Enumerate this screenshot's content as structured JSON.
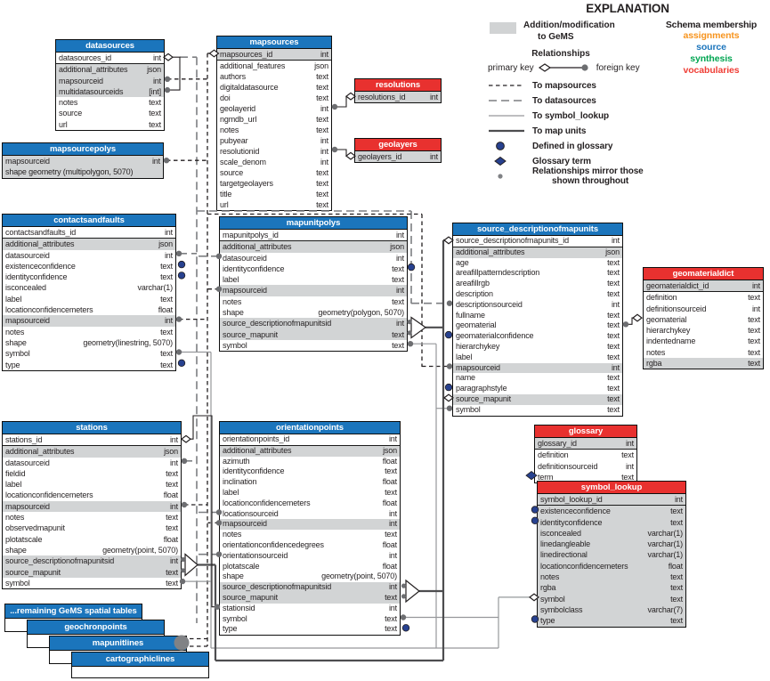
{
  "explanation": {
    "title": "EXPLANATION",
    "addition_label": "Addition/modification",
    "addition_label2": "to GeMS",
    "relationships_heading": "Relationships",
    "primary_key_label": "primary key",
    "foreign_key_label": "foreign key",
    "line_legend": [
      {
        "style": "dash-short",
        "label": "To mapsources"
      },
      {
        "style": "dash-long",
        "label": "To datasources"
      },
      {
        "style": "solid-thin",
        "label": "To symbol_lookup"
      },
      {
        "style": "solid-thick",
        "label": "To map units"
      }
    ],
    "marker_legend": [
      {
        "marker": "glossary-dot",
        "label": "Defined in glossary"
      },
      {
        "marker": "glossary-diamond",
        "label": "Glossary term"
      },
      {
        "marker": "mirror-dot",
        "label": "Relationships mirror those",
        "label2": "shown throughout"
      }
    ],
    "schema_membership": {
      "heading": "Schema membership",
      "items": [
        {
          "label": "assignments",
          "color": "#F7941E"
        },
        {
          "label": "source",
          "color": "#1C75BC"
        },
        {
          "label": "synthesis",
          "color": "#00A551"
        },
        {
          "label": "vocabularies",
          "color": "#EF3E36"
        }
      ]
    }
  },
  "colors": {
    "source_header": "#1B75BC",
    "vocabularies_header": "#E8312F",
    "shaded_row": "#D2D4D5",
    "glossary_marker": "#27418F"
  },
  "tables": {
    "datasources": {
      "title": "datasources",
      "rows": [
        {
          "field": "datasources_id",
          "type": "int",
          "idrow": true
        },
        {
          "field": "additional_attributes",
          "type": "json",
          "shaded": true
        },
        {
          "field": "mapsourceid",
          "type": "int",
          "shaded": true
        },
        {
          "field": "multidatasourceids",
          "type": "[int]",
          "shaded": true
        },
        {
          "field": "notes",
          "type": "text"
        },
        {
          "field": "source",
          "type": "text"
        },
        {
          "field": "url",
          "type": "text"
        }
      ]
    },
    "mapsourcepolys": {
      "title": "mapsourcepolys",
      "rows": [
        {
          "field": "mapsourceid",
          "type": "int",
          "shaded": true
        },
        {
          "field": "shape geometry (multipolygon, 5070)",
          "type": "",
          "shaded": true
        }
      ]
    },
    "mapsources": {
      "title": "mapsources",
      "rows": [
        {
          "field": "mapsources_id",
          "type": "int",
          "shaded": true,
          "idrow": true
        },
        {
          "field": "additional_features",
          "type": "json"
        },
        {
          "field": "authors",
          "type": "text"
        },
        {
          "field": "digitaldatasource",
          "type": "text"
        },
        {
          "field": "doi",
          "type": "text"
        },
        {
          "field": "geolayerid",
          "type": "int"
        },
        {
          "field": "ngmdb_url",
          "type": "text"
        },
        {
          "field": "notes",
          "type": "text"
        },
        {
          "field": "pubyear",
          "type": "int"
        },
        {
          "field": "resolutionid",
          "type": "int"
        },
        {
          "field": "scale_denom",
          "type": "int"
        },
        {
          "field": "source",
          "type": "text"
        },
        {
          "field": "targetgeolayers",
          "type": "text"
        },
        {
          "field": "title",
          "type": "text"
        },
        {
          "field": "url",
          "type": "text"
        }
      ]
    },
    "resolutions": {
      "title": "resolutions",
      "rows": [
        {
          "field": "resolutions_id",
          "type": "int",
          "shaded": true
        }
      ]
    },
    "geolayers": {
      "title": "geolayers",
      "rows": [
        {
          "field": "geolayers_id",
          "type": "int",
          "shaded": true
        }
      ]
    },
    "contactsandfaults": {
      "title": "contactsandfaults",
      "rows": [
        {
          "field": "contactsandfaults_id",
          "type": "int",
          "idrow": true
        },
        {
          "field": "additional_attributes",
          "type": "json",
          "shaded": true
        },
        {
          "field": "datasourceid",
          "type": "int"
        },
        {
          "field": "existenceconfidence",
          "type": "text"
        },
        {
          "field": "identityconfidence",
          "type": "text"
        },
        {
          "field": "isconcealed",
          "type": "varchar(1)"
        },
        {
          "field": "label",
          "type": "text"
        },
        {
          "field": "locationconfidencemeters",
          "type": "float"
        },
        {
          "field": "mapsourceid",
          "type": "int",
          "shaded": true
        },
        {
          "field": "notes",
          "type": "text"
        },
        {
          "field": "shape",
          "type": "geometry(linestring, 5070)"
        },
        {
          "field": "symbol",
          "type": "text"
        },
        {
          "field": "type",
          "type": "text"
        }
      ]
    },
    "mapunitpolys": {
      "title": "mapunitpolys",
      "rows": [
        {
          "field": "mapunitpolys_id",
          "type": "int",
          "idrow": true
        },
        {
          "field": "additional_attributes",
          "type": "json",
          "shaded": true
        },
        {
          "field": "datasourceid",
          "type": "int"
        },
        {
          "field": "identityconfidence",
          "type": "text"
        },
        {
          "field": "label",
          "type": "text"
        },
        {
          "field": "mapsourceid",
          "type": "int",
          "shaded": true
        },
        {
          "field": "notes",
          "type": "text"
        },
        {
          "field": "shape",
          "type": "geometry(polygon, 5070)"
        },
        {
          "field": "source_descriptionofmapunitsid",
          "type": "int",
          "shaded": true
        },
        {
          "field": "source_mapunit",
          "type": "text",
          "shaded": true
        },
        {
          "field": "symbol",
          "type": "text"
        }
      ]
    },
    "source_descriptionofmapunits": {
      "title": "source_descriptionofmapunits",
      "rows": [
        {
          "field": "source_descriptionofmapunits_id",
          "type": "int",
          "idrow": true
        },
        {
          "field": "additional_attributes",
          "type": "json",
          "shaded": true
        },
        {
          "field": "age",
          "type": "text"
        },
        {
          "field": "areafillpatterndescription",
          "type": "text"
        },
        {
          "field": "areafillrgb",
          "type": "text"
        },
        {
          "field": "description",
          "type": "text"
        },
        {
          "field": "descriptionsourceid",
          "type": "int"
        },
        {
          "field": "fullname",
          "type": "text"
        },
        {
          "field": "geomaterial",
          "type": "text"
        },
        {
          "field": "geomaterialconfidence",
          "type": "text"
        },
        {
          "field": "hierarchykey",
          "type": "text"
        },
        {
          "field": "label",
          "type": "text"
        },
        {
          "field": "mapsourceid",
          "type": "int",
          "shaded": true
        },
        {
          "field": "name",
          "type": "text"
        },
        {
          "field": "paragraphstyle",
          "type": "text"
        },
        {
          "field": "source_mapunit",
          "type": "text",
          "shaded": true
        },
        {
          "field": "symbol",
          "type": "text"
        }
      ]
    },
    "geomaterialdict": {
      "title": "geomaterialdict",
      "rows": [
        {
          "field": "geomaterialdict_id",
          "type": "int",
          "shaded": true,
          "idrow": true
        },
        {
          "field": "definition",
          "type": "text"
        },
        {
          "field": "definitionsourceid",
          "type": "int"
        },
        {
          "field": "geomaterial",
          "type": "text"
        },
        {
          "field": "hierarchykey",
          "type": "text"
        },
        {
          "field": "indentedname",
          "type": "text"
        },
        {
          "field": "notes",
          "type": "text"
        },
        {
          "field": "rgba",
          "type": "text",
          "shaded": true
        }
      ]
    },
    "stations": {
      "title": "stations",
      "rows": [
        {
          "field": "stations_id",
          "type": "int",
          "idrow": true
        },
        {
          "field": "additional_attributes",
          "type": "json",
          "shaded": true
        },
        {
          "field": "datasourceid",
          "type": "int"
        },
        {
          "field": "fieldid",
          "type": "text"
        },
        {
          "field": "label",
          "type": "text"
        },
        {
          "field": "locationconfidencemeters",
          "type": "float"
        },
        {
          "field": "mapsourceid",
          "type": "int",
          "shaded": true
        },
        {
          "field": "notes",
          "type": "text"
        },
        {
          "field": "observedmapunit",
          "type": "text"
        },
        {
          "field": "plotatscale",
          "type": "float"
        },
        {
          "field": "shape",
          "type": "geometry(point, 5070)"
        },
        {
          "field": "source_descriptionofmapunitsid",
          "type": "int",
          "shaded": true
        },
        {
          "field": "source_mapunit",
          "type": "text",
          "shaded": true
        },
        {
          "field": "symbol",
          "type": "text"
        }
      ]
    },
    "orientationpoints": {
      "title": "orientationpoints",
      "rows": [
        {
          "field": "orientationpoints_id",
          "type": "int",
          "idrow": true
        },
        {
          "field": "additional_attributes",
          "type": "json",
          "shaded": true
        },
        {
          "field": "azimuth",
          "type": "float"
        },
        {
          "field": "identityconfidence",
          "type": "text"
        },
        {
          "field": "inclination",
          "type": "float"
        },
        {
          "field": "label",
          "type": "text"
        },
        {
          "field": "locationconfidencemeters",
          "type": "float"
        },
        {
          "field": "locationsourceid",
          "type": "int"
        },
        {
          "field": "mapsourceid",
          "type": "int",
          "shaded": true
        },
        {
          "field": "notes",
          "type": "text"
        },
        {
          "field": "orientationconfidencedegrees",
          "type": "float"
        },
        {
          "field": "orientationsourceid",
          "type": "int"
        },
        {
          "field": "plotatscale",
          "type": "float"
        },
        {
          "field": "shape",
          "type": "geometry(point, 5070)"
        },
        {
          "field": "source_descriptionofmapunitsid",
          "type": "int",
          "shaded": true
        },
        {
          "field": "source_mapunit",
          "type": "text",
          "shaded": true
        },
        {
          "field": "stationsid",
          "type": "int"
        },
        {
          "field": "symbol",
          "type": "text"
        },
        {
          "field": "type",
          "type": "text"
        }
      ]
    },
    "glossary": {
      "title": "glossary",
      "rows": [
        {
          "field": "glossary_id",
          "type": "int",
          "shaded": true,
          "idrow": true
        },
        {
          "field": "definition",
          "type": "text"
        },
        {
          "field": "definitionsourceid",
          "type": "int"
        },
        {
          "field": "term",
          "type": "text"
        }
      ]
    },
    "symbol_lookup": {
      "title": "symbol_lookup",
      "rows": [
        {
          "field": "symbol_lookup_id",
          "type": "int",
          "shaded": true,
          "idrow": true
        },
        {
          "field": "existenceconfidence",
          "type": "text",
          "shaded": true
        },
        {
          "field": "identityconfidence",
          "type": "text",
          "shaded": true
        },
        {
          "field": "isconcealed",
          "type": "varchar(1)",
          "shaded": true
        },
        {
          "field": "linedangleable",
          "type": "varchar(1)",
          "shaded": true
        },
        {
          "field": "linedirectional",
          "type": "varchar(1)",
          "shaded": true
        },
        {
          "field": "locationconfidencemeters",
          "type": "float",
          "shaded": true
        },
        {
          "field": "notes",
          "type": "text",
          "shaded": true
        },
        {
          "field": "rgba",
          "type": "text",
          "shaded": true
        },
        {
          "field": "symbol",
          "type": "text",
          "shaded": true
        },
        {
          "field": "symbolclass",
          "type": "varchar(7)",
          "shaded": true
        },
        {
          "field": "type",
          "type": "text",
          "shaded": true
        }
      ]
    }
  },
  "stacked": [
    {
      "title": "...remaining GeMS spatial tables"
    },
    {
      "title": "geochronpoints"
    },
    {
      "title": "mapunitlines"
    },
    {
      "title": "cartographiclines"
    }
  ]
}
